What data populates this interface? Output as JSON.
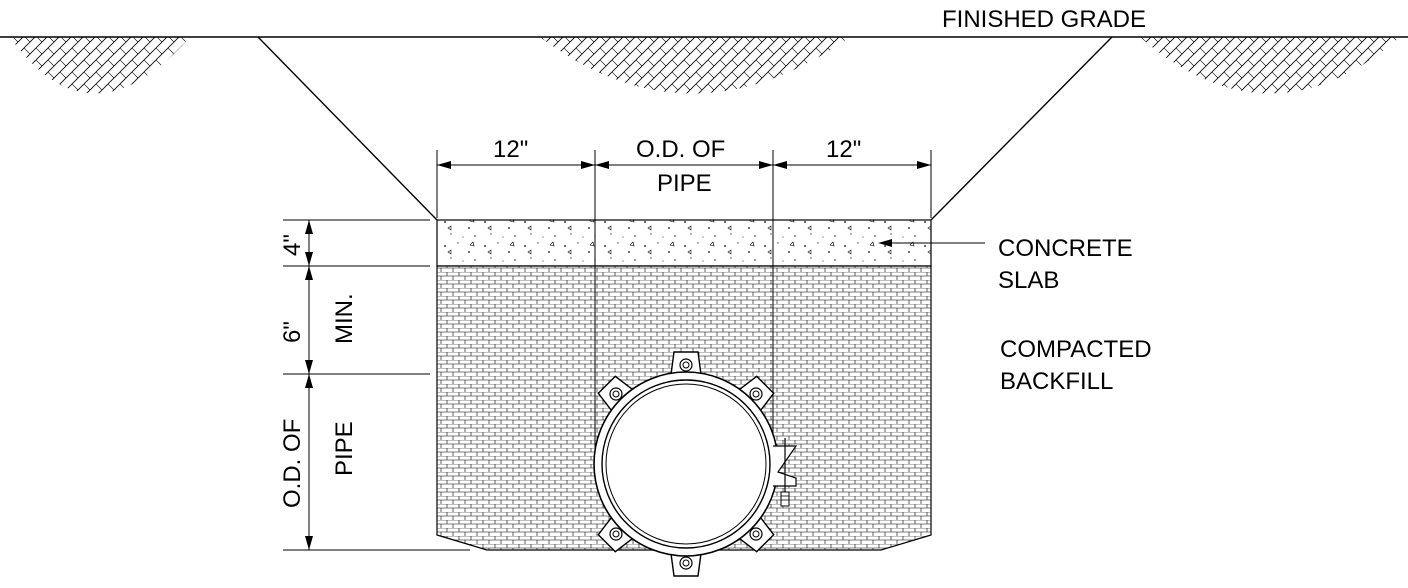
{
  "labels": {
    "finished_grade": "FINISHED GRADE",
    "dim_left": "12\"",
    "dim_center_line1": "O.D. OF",
    "dim_center_line2": "PIPE",
    "dim_right": "12\"",
    "concrete_line1": "CONCRETE",
    "concrete_line2": "SLAB",
    "backfill_line1": "COMPACTED",
    "backfill_line2": "BACKFILL",
    "dim_slab": "4\"",
    "dim_cover": "6\"",
    "dim_cover_note": "MIN.",
    "dim_pipe_line1": "O.D. OF",
    "dim_pipe_line2": "PIPE"
  }
}
